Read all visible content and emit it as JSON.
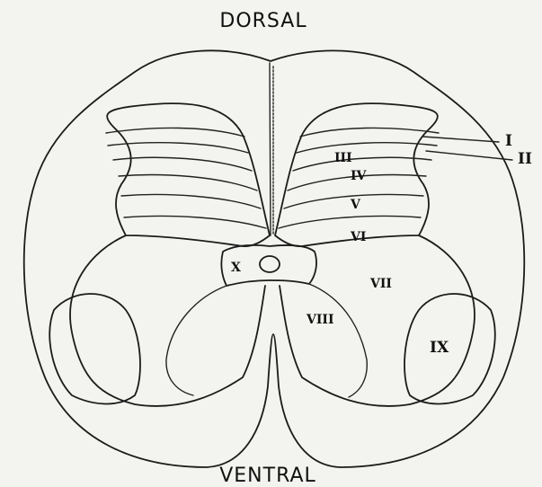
{
  "diagram": {
    "top_label": "DORSAL",
    "bottom_label": "VENTRAL",
    "laminae": {
      "I": "I",
      "II": "II",
      "III": "III",
      "IV": "IV",
      "V": "V",
      "VI": "VI",
      "VII": "VII",
      "VIII": "VIII",
      "IX": "IX",
      "X": "X"
    }
  }
}
